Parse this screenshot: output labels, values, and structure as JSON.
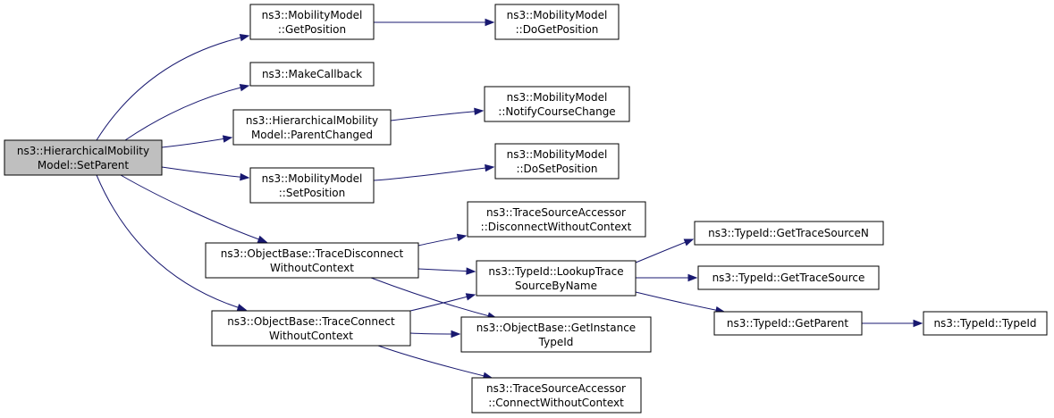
{
  "colors": {
    "edge": "#191970",
    "root_fill": "#bfbfbf",
    "node_fill": "#ffffff",
    "node_border": "#000000"
  },
  "nodes": {
    "root": {
      "lines": [
        "ns3::HierarchicalMobility",
        "Model::SetParent"
      ]
    },
    "get_position": {
      "lines": [
        "ns3::MobilityModel",
        "::GetPosition"
      ]
    },
    "do_get_position": {
      "lines": [
        "ns3::MobilityModel",
        "::DoGetPosition"
      ]
    },
    "make_callback": {
      "lines": [
        "ns3::MakeCallback"
      ]
    },
    "parent_changed": {
      "lines": [
        "ns3::HierarchicalMobility",
        "Model::ParentChanged"
      ]
    },
    "notify_course_change": {
      "lines": [
        "ns3::MobilityModel",
        "::NotifyCourseChange"
      ]
    },
    "set_position": {
      "lines": [
        "ns3::MobilityModel",
        "::SetPosition"
      ]
    },
    "do_set_position": {
      "lines": [
        "ns3::MobilityModel",
        "::DoSetPosition"
      ]
    },
    "trace_disconnect": {
      "lines": [
        "ns3::ObjectBase::TraceDisconnect",
        "WithoutContext"
      ]
    },
    "disconnect_without_context": {
      "lines": [
        "ns3::TraceSourceAccessor",
        "::DisconnectWithoutContext"
      ]
    },
    "lookup_trace": {
      "lines": [
        "ns3::TypeId::LookupTrace",
        "SourceByName"
      ]
    },
    "get_trace_source_n": {
      "lines": [
        "ns3::TypeId::GetTraceSourceN"
      ]
    },
    "get_trace_source": {
      "lines": [
        "ns3::TypeId::GetTraceSource"
      ]
    },
    "get_parent": {
      "lines": [
        "ns3::TypeId::GetParent"
      ]
    },
    "typeid_ctor": {
      "lines": [
        "ns3::TypeId::TypeId"
      ]
    },
    "trace_connect": {
      "lines": [
        "ns3::ObjectBase::TraceConnect",
        "WithoutContext"
      ]
    },
    "get_instance_typeid": {
      "lines": [
        "ns3::ObjectBase::GetInstance",
        "TypeId"
      ]
    },
    "connect_without_context": {
      "lines": [
        "ns3::TraceSourceAccessor",
        "::ConnectWithoutContext"
      ]
    }
  },
  "edges": [
    {
      "from": "root",
      "to": "get_position"
    },
    {
      "from": "root",
      "to": "make_callback"
    },
    {
      "from": "root",
      "to": "parent_changed"
    },
    {
      "from": "root",
      "to": "set_position"
    },
    {
      "from": "root",
      "to": "trace_disconnect"
    },
    {
      "from": "root",
      "to": "trace_connect"
    },
    {
      "from": "get_position",
      "to": "do_get_position"
    },
    {
      "from": "parent_changed",
      "to": "notify_course_change"
    },
    {
      "from": "set_position",
      "to": "do_set_position"
    },
    {
      "from": "trace_disconnect",
      "to": "disconnect_without_context"
    },
    {
      "from": "trace_disconnect",
      "to": "lookup_trace"
    },
    {
      "from": "trace_disconnect",
      "to": "get_instance_typeid"
    },
    {
      "from": "trace_connect",
      "to": "lookup_trace"
    },
    {
      "from": "trace_connect",
      "to": "get_instance_typeid"
    },
    {
      "from": "trace_connect",
      "to": "connect_without_context"
    },
    {
      "from": "lookup_trace",
      "to": "get_trace_source_n"
    },
    {
      "from": "lookup_trace",
      "to": "get_trace_source"
    },
    {
      "from": "lookup_trace",
      "to": "get_parent"
    },
    {
      "from": "get_parent",
      "to": "typeid_ctor"
    }
  ]
}
